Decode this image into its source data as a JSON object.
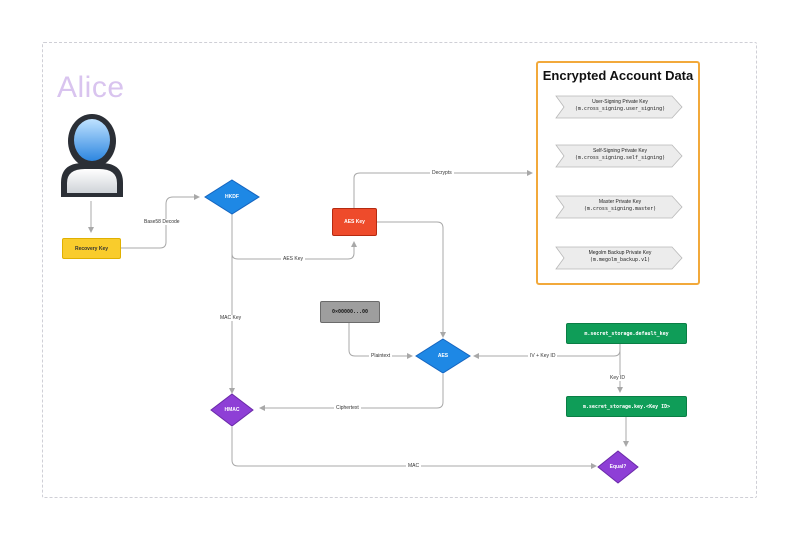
{
  "title": "Alice",
  "encrypted_box": {
    "title": "Encrypted Account Data",
    "keys": [
      {
        "name": "User-Signing Private Key",
        "id": "(m.cross_signing.user_signing)"
      },
      {
        "name": "Self-Signing Private Key",
        "id": "(m.cross_signing.self_signing)"
      },
      {
        "name": "Master Private Key",
        "id": "(m.cross_signing.master)"
      },
      {
        "name": "Megolm Backup Private Key",
        "id": "(m.megolm_backup.v1)"
      }
    ]
  },
  "nodes": {
    "recovery_key": "Recovery Key",
    "hkdf": "HKDF",
    "aes_key": "AES Key",
    "zeros": "0×00000...00",
    "aes": "AES",
    "default_key": "m.secret_storage.default_key",
    "key_by_id": "m.secret_storage.key.<Key ID>",
    "hmac": "HMAC",
    "equal": "Equal?"
  },
  "edges": {
    "base58": "Base58 Decode",
    "decrypts": "Decrypts",
    "aes_key": "AES Key",
    "mac_key": "MAC Key",
    "plaintext": "Plaintext",
    "iv_key_id": "IV + Key ID",
    "key_id": "Key ID",
    "ciphertext": "Ciphertext",
    "mac": "MAC"
  },
  "colors": {
    "frame": "#cfcfd6",
    "alice": "#d9c4ef",
    "recovery": "#f9cc2c",
    "aes_key": "#ee4b2b",
    "diamond_blue": "#1e88e5",
    "diamond_purple": "#8e3fd6",
    "green": "#0f9d58",
    "grey": "#9e9e9e",
    "border_orange": "#f2a93b",
    "edge": "#a8a8a8"
  },
  "icons": {
    "user": "user-icon",
    "key_tag": "key-tag-shape"
  }
}
